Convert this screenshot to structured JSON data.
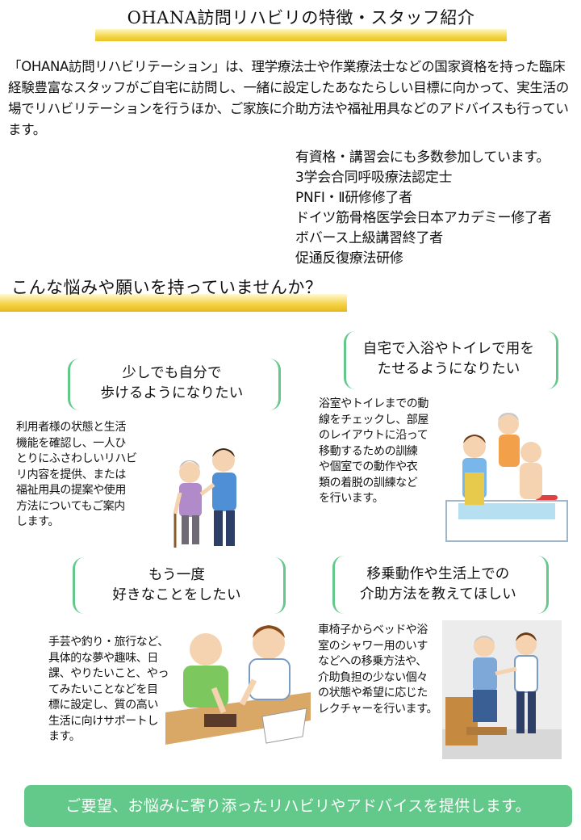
{
  "page": {
    "title": "OHANA訪問リハビリの特徴・スタッフ紹介",
    "intro": "「OHANA訪問リハビリテーション」は、理学療法士や作業療法士などの国家資格を持った臨床経験豊富なスタッフがご自宅に訪問し、一緒に設定したあなたらしい目標に向かって、実生活の場でリハビリテーションを行うほか、ご家族に介助方法や福祉用具などのアドバイスも行っています。",
    "qualifications": [
      "有資格・講習会にも多数参加しています。",
      "3学会合同呼吸療法認定士",
      "PNFⅠ・Ⅱ研修修了者",
      "ドイツ筋骨格医学会日本アカデミー修了者",
      "ボバース上級講習終了者",
      "促通反復療法研修"
    ]
  },
  "section": {
    "heading": "こんな悩みや願いを持っていませんか？"
  },
  "cards": [
    {
      "heading_line1": "少しでも自分で",
      "heading_line2": "歩けるようになりたい",
      "desc_lines": [
        "利用者様の状態と生活",
        "機能を確認し、一人ひ",
        "とりにふさわしいリハビ",
        "リ内容を提供、または",
        "福祉用具の提案や使用",
        "方法についてもご案内",
        "します。"
      ]
    },
    {
      "heading_line1": "自宅で入浴やトイレで用を",
      "heading_line2": "たせるようになりたい",
      "desc_lines": [
        "浴室やトイレまでの動",
        "線をチェックし、部屋",
        "のレイアウトに沿って",
        "移動するための訓練",
        "や個室での動作や衣",
        "類の着脱の訓練など",
        "を行います。"
      ]
    },
    {
      "heading_line1": "もう一度",
      "heading_line2": "好きなことをしたい",
      "desc_lines": [
        "手芸や釣り・旅行など、",
        "具体的な夢や趣味、日",
        "課、やりたいこと、やっ",
        "てみたいことなどを目",
        "標に設定し、質の高い",
        "生活に向けサポートし",
        "ます。"
      ]
    },
    {
      "heading_line1": "移乗動作や生活上での",
      "heading_line2": "介助方法を教えてほしい",
      "desc_lines": [
        "車椅子からベッドや浴",
        "室のシャワー用のいす",
        "などへの移乗方法や、",
        "介助負担の少ない個々",
        "の状態や希望に応じた",
        "レクチャーを行います。"
      ]
    }
  ],
  "banner": {
    "text": "ご要望、お悩みに寄り添ったリハビリやアドバイスを提供します。"
  },
  "colors": {
    "accent_green": "#63c98a",
    "title_underline": "#f4d64a"
  },
  "icons": [
    "walking-support-illustration",
    "bathing-support-illustration",
    "hobby-support-illustration",
    "transfer-support-illustration"
  ]
}
